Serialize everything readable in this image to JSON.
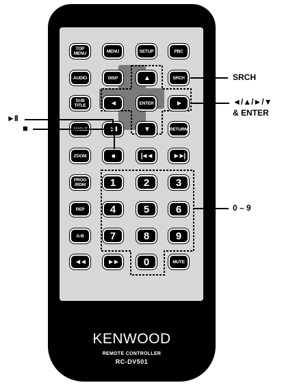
{
  "buttons": {
    "top_menu": "TOP\nMENU",
    "menu": "MENU",
    "setup": "SETUP",
    "pbc": "PBC",
    "audio": "AUDIO",
    "disp": "DISP",
    "srch": "SRCH",
    "subtitle": "SUB\nTITLE",
    "enter": "ENTER",
    "angle": "ANGLE",
    "return": "RETURN",
    "zoom": "ZOOM",
    "prog_rdm": "PROG\n/RDM",
    "rep": "REP",
    "a_b": "A-B",
    "mute": "MUTE",
    "num1": "1",
    "num2": "2",
    "num3": "3",
    "num4": "4",
    "num5": "5",
    "num6": "6",
    "num7": "7",
    "num8": "8",
    "num9": "9",
    "num0": "0"
  },
  "callouts": {
    "srch": "SRCH",
    "arrows": "◄/▲/►/▼",
    "enter": "& ENTER",
    "play_pause": "►II",
    "stop": "■",
    "digits": "0 – 9"
  },
  "brand": {
    "name": "KENWOOD",
    "line1": "REMOTE CONTROLLER",
    "line2": "RC-DV501"
  },
  "icons": {
    "up": "up-arrow-icon",
    "down": "down-arrow-icon",
    "left": "left-arrow-icon",
    "right": "right-arrow-icon",
    "play_pause": "play-pause-icon",
    "stop": "stop-icon",
    "prev": "skip-back-icon",
    "next": "skip-forward-icon",
    "rew": "rewind-icon",
    "ff": "fast-forward-icon"
  }
}
